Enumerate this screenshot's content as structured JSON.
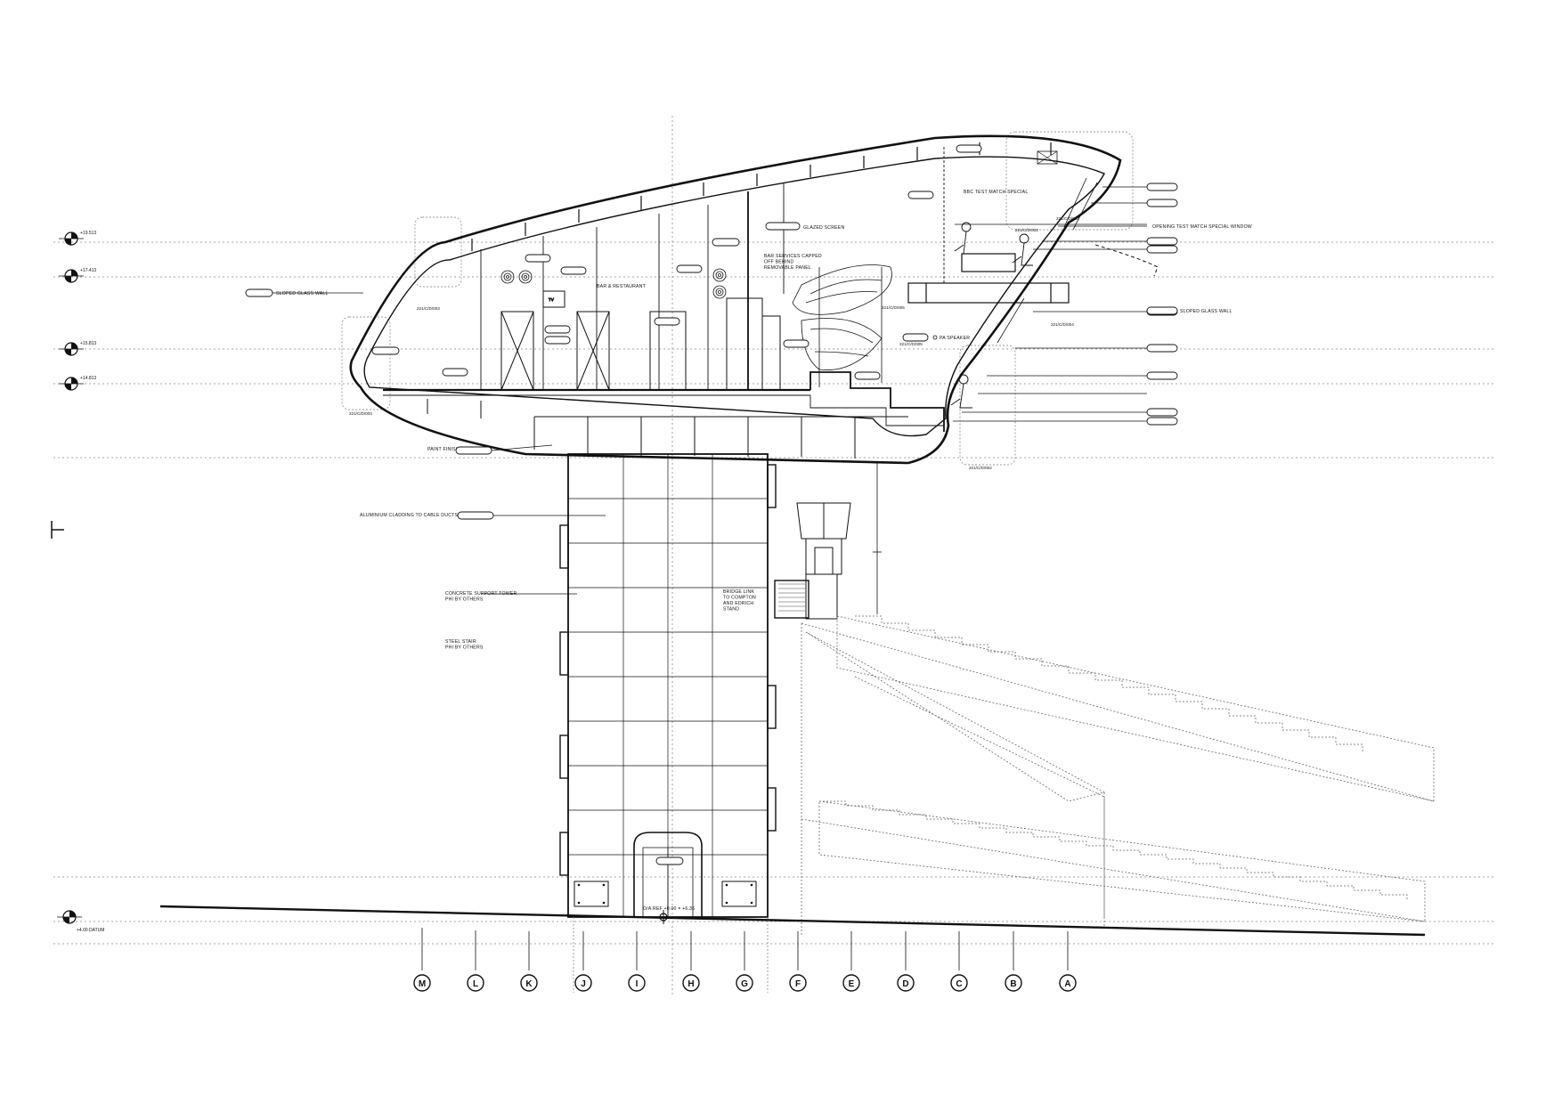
{
  "annotations": {
    "glazed_screen": "GLAZED SCREEN",
    "bar_services": "BAR SERVICES CAPPED\nOFF BEHIND\nREMOVABLE PANEL",
    "bar_restaurant": "BAR & RESTAURANT",
    "tv": "TV",
    "bbc_special": "BBC TEST MATCH SPECIAL",
    "opening_window": "OPENING TEST MATCH SPECIAL WINDOW",
    "sloped_glass_left": "SLOPED GLASS WALL",
    "sloped_glass_right": "SLOPED GLASS WALL",
    "pa_speaker": "PA SPEAKER",
    "paint_finish": "PAINT FINISH",
    "aluminium_cladding": "ALUMINIUM CLADDING TO CABLE DUCTS",
    "concrete_tower": "CONCRETE SUPPORT TOWER\nPHI BY OTHERS",
    "steel_stair": "STEEL STAIR\nPHI BY OTHERS",
    "bridge_link": "BRIDGE LINK\nTO COMPTON\nAND EDRICH\nSTAND",
    "datum": "+4.00 DATUM",
    "od_ref": "O/A REF +0.00 = +6.35"
  },
  "section_refs": [
    "221/C/D/003",
    "221/C/D/003",
    "221/C/D/005",
    "221/C/D/002",
    "221/C/D/002",
    "221/C/D/004",
    "221/C/D/002",
    "221/C/D/005"
  ],
  "levels": [
    "+19.513",
    "+17.413",
    "+15.813",
    "+14.813"
  ],
  "grid_lines": [
    "M",
    "L",
    "K",
    "J",
    "I",
    "H",
    "G",
    "F",
    "E",
    "D",
    "C",
    "B",
    "A"
  ],
  "colors": {
    "ink": "#111111",
    "paper": "#ffffff",
    "dashed": "#777777"
  }
}
